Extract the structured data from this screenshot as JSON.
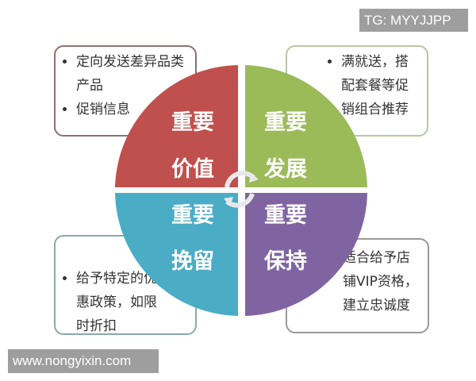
{
  "watermarks": {
    "top": "TG: MYYJJPP",
    "bottom": "www.nongyixin.com"
  },
  "quadrants": [
    {
      "id": "value",
      "line1": "重要",
      "line2": "价值",
      "color": "#c0504d"
    },
    {
      "id": "develop",
      "line1": "重要",
      "line2": "发展",
      "color": "#9bbb59"
    },
    {
      "id": "retain",
      "line1": "重要",
      "line2": "挽留",
      "color": "#4bacc6"
    },
    {
      "id": "keep",
      "line1": "重要",
      "line2": "保持",
      "color": "#8064a2"
    }
  ],
  "boxes": {
    "top_left": [
      "定向发送差异品类产品",
      "促销信息"
    ],
    "top_right": [
      "满就送，搭配套餐等促销组合推荐"
    ],
    "bottom_left": [
      "给予特定的优惠政策，如限时折扣"
    ],
    "bottom_right": [
      "适合给予店铺VIP资格，建立忠诚度"
    ]
  },
  "icons": {
    "center": "cycle-arrows-icon"
  }
}
